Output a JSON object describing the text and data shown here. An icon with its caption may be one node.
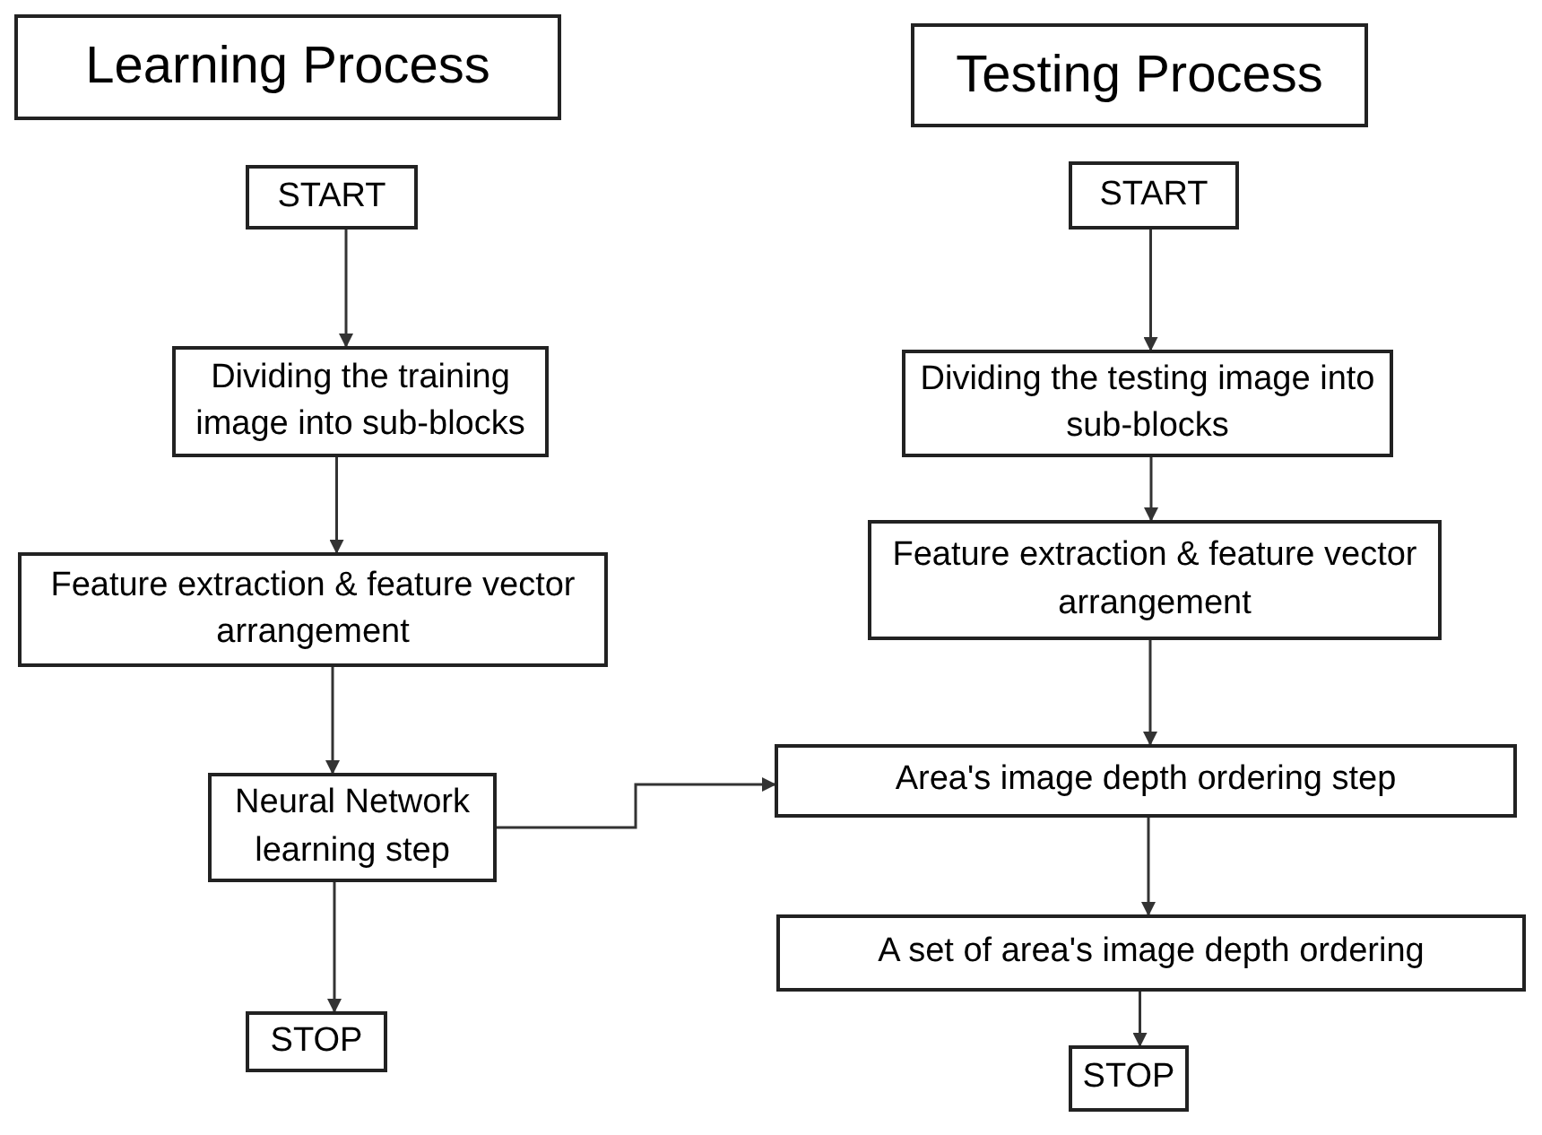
{
  "diagram": {
    "nodes": [
      {
        "text": [
          "Learning Process"
        ]
      },
      {
        "text": [
          "START"
        ]
      },
      {
        "text": [
          "Dividing the training image into sub-blocks"
        ]
      },
      {
        "text": [
          "Feature extraction & feature vector arrangement"
        ]
      },
      {
        "text": [
          "Neural Network learning step"
        ]
      },
      {
        "text": [
          "STOP"
        ]
      },
      {
        "text": [
          "Testing Process"
        ]
      },
      {
        "text": [
          "START"
        ]
      },
      {
        "text": [
          "Dividing the testing image into sub-blocks"
        ]
      },
      {
        "text": [
          "Feature extraction & feature vector arrangement"
        ]
      },
      {
        "text": [
          "Area's image depth ordering step"
        ]
      },
      {
        "text": [
          "A set of area's image depth ordering"
        ]
      },
      {
        "text": [
          "STOP"
        ]
      }
    ],
    "edges": [
      {
        "from": 1,
        "to": 2,
        "arrow": "to"
      },
      {
        "from": 2,
        "to": 3,
        "arrow": "to"
      },
      {
        "from": 3,
        "to": 4,
        "arrow": "to"
      },
      {
        "from": 4,
        "to": 5,
        "arrow": "to"
      },
      {
        "from": 4,
        "to": 10,
        "arrow": "to"
      },
      {
        "from": 7,
        "to": 8,
        "arrow": "to"
      },
      {
        "from": 8,
        "to": 9,
        "arrow": "to"
      },
      {
        "from": 9,
        "to": 10,
        "arrow": "to"
      },
      {
        "from": 10,
        "to": 11,
        "arrow": "to"
      },
      {
        "from": 11,
        "to": 12,
        "arrow": "to"
      }
    ]
  }
}
